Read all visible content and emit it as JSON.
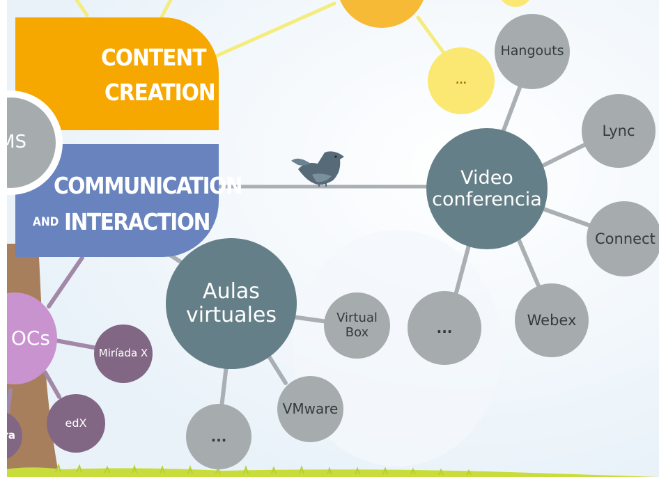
{
  "categories": {
    "content_creation": {
      "line1": "CONTENT",
      "line2": "CREATION",
      "color": "#f6a800"
    },
    "communication": {
      "line1": "COMMUNICATION",
      "line2_prefix": "AND",
      "line2": "INTERACTION",
      "color": "#6883bd"
    }
  },
  "hubs": {
    "video_conferencia": "Video\nconferencia",
    "aulas_virtuales": "Aulas\nvirtuales",
    "moocs_partial": "OCs",
    "lms_partial": "MS"
  },
  "video_tools": [
    "Hangouts",
    "Lync",
    "Connect",
    "Webex",
    "..."
  ],
  "aulas_tools": [
    "Virtual\nBox",
    "VMware",
    "..."
  ],
  "mooc_tools": [
    "Miríada X",
    "edX",
    "ra"
  ],
  "yellow_more": "...",
  "colors": {
    "gray_node": "#a6acae",
    "teal_hub": "#657f88",
    "yellow_node": "#fbe872",
    "purple_node": "#826784",
    "lilac_hub": "#c993d0",
    "trunk": "#a87f5c",
    "grass": "#c8dc3c"
  }
}
